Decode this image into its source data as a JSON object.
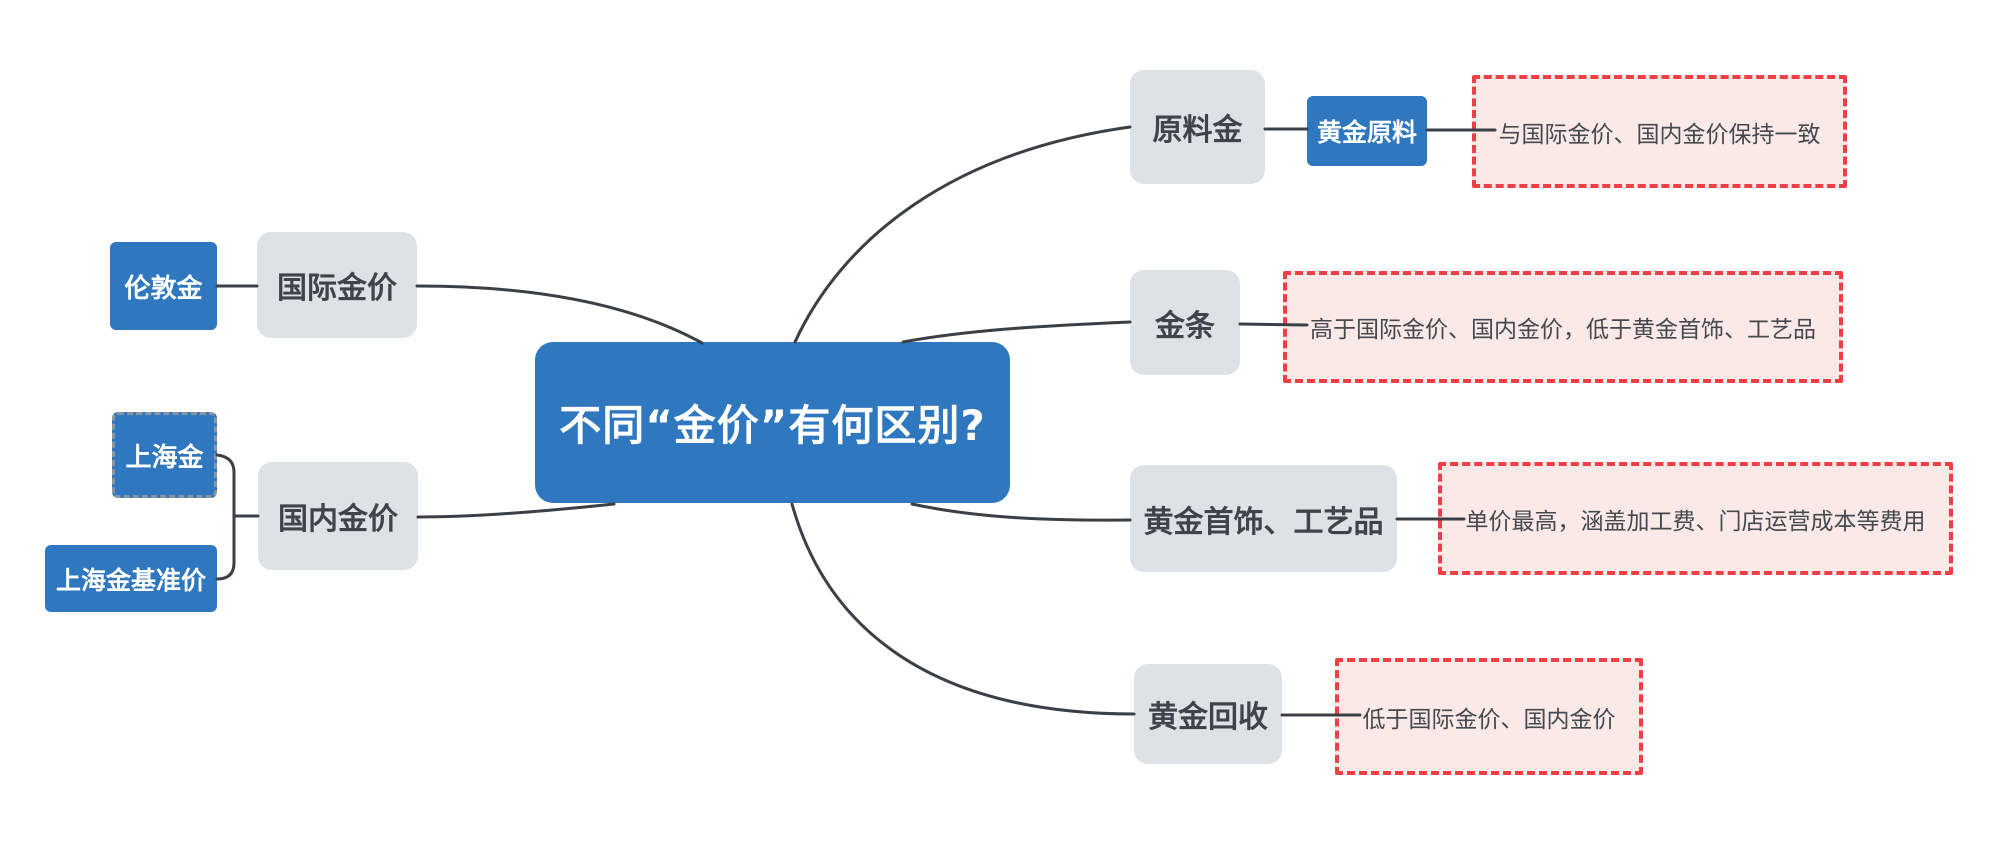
{
  "diagram": {
    "title": "不同“金价”有何区别?",
    "left_branches": [
      {
        "label": "国际金价",
        "children": [
          {
            "label": "伦敦金"
          }
        ]
      },
      {
        "label": "国内金价",
        "children": [
          {
            "label": "上海金"
          },
          {
            "label": "上海金基准价"
          }
        ]
      }
    ],
    "right_branches": [
      {
        "label": "原料金",
        "tag": "黄金原料",
        "note": "与国际金价、国内金价保持一致"
      },
      {
        "label": "金条",
        "note": "高于国际金价、国内金价，低于黄金首饰、工艺品"
      },
      {
        "label": "黄金首饰、工艺品",
        "note": "单价最高，涵盖加工费、门店运营成本等费用"
      },
      {
        "label": "黄金回收",
        "note": "低于国际金价、国内金价"
      }
    ],
    "colors": {
      "center_blue": "#2F77BE",
      "node_gray": "#DCE2E6",
      "note_pink": "#FBE9E8",
      "note_border_red": "#EE3E46",
      "connector": "#3A4046"
    }
  }
}
